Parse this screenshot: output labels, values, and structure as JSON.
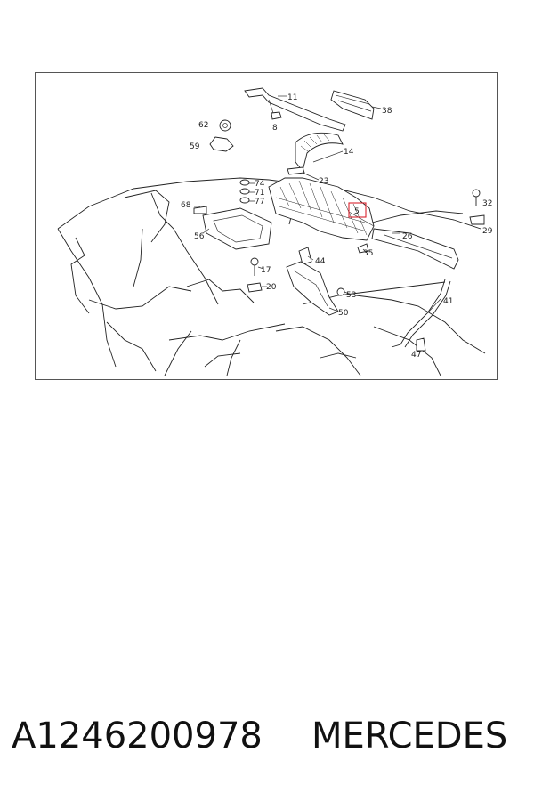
{
  "diagram": {
    "callouts": [
      {
        "id": "c11",
        "label": "11"
      },
      {
        "id": "c38",
        "label": "38"
      },
      {
        "id": "c8",
        "label": "8"
      },
      {
        "id": "c62",
        "label": "62"
      },
      {
        "id": "c59",
        "label": "59"
      },
      {
        "id": "c14",
        "label": "14"
      },
      {
        "id": "c23",
        "label": "23"
      },
      {
        "id": "c74",
        "label": "74"
      },
      {
        "id": "c71",
        "label": "71"
      },
      {
        "id": "c77",
        "label": "77"
      },
      {
        "id": "c68",
        "label": "68"
      },
      {
        "id": "c56",
        "label": "56"
      },
      {
        "id": "c5",
        "label": "5"
      },
      {
        "id": "c32",
        "label": "32"
      },
      {
        "id": "c29",
        "label": "29"
      },
      {
        "id": "c26",
        "label": "26"
      },
      {
        "id": "c35",
        "label": "35"
      },
      {
        "id": "c44",
        "label": "44"
      },
      {
        "id": "c17",
        "label": "17"
      },
      {
        "id": "c20",
        "label": "20"
      },
      {
        "id": "c53",
        "label": "53"
      },
      {
        "id": "c41",
        "label": "41"
      },
      {
        "id": "c50",
        "label": "50"
      },
      {
        "id": "c47",
        "label": "47"
      }
    ],
    "highlight_color": "#d9232e",
    "line_color": "#222222"
  },
  "caption": {
    "part_number": "A1246200978",
    "brand": "MERCEDES"
  }
}
